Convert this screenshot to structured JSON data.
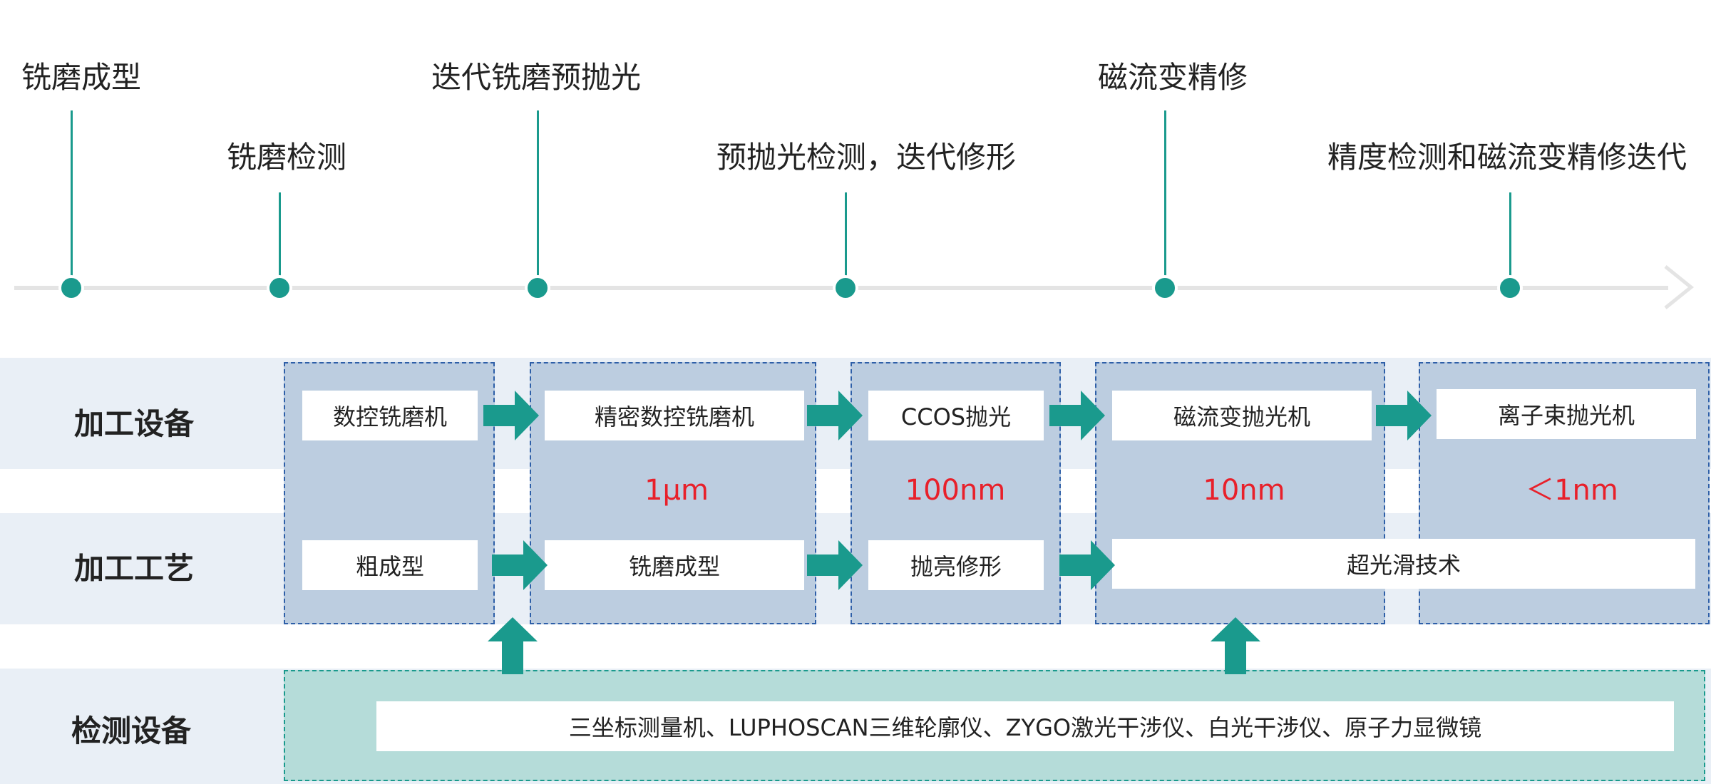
{
  "timeline": {
    "milestones": [
      {
        "label": "铣磨成型"
      },
      {
        "label": "铣磨检测"
      },
      {
        "label": "迭代铣磨预抛光"
      },
      {
        "label": "预抛光检测，迭代修形"
      },
      {
        "label": "磁流变精修"
      },
      {
        "label": "精度检测和磁流变精修迭代"
      }
    ]
  },
  "rows": {
    "equipment_label": "加工设备",
    "process_label": "加工工艺",
    "inspection_label": "检测设备"
  },
  "stages": [
    {
      "equipment": "数控铣磨机",
      "process": "粗成型",
      "precision": ""
    },
    {
      "equipment": "精密数控铣磨机",
      "process": "铣磨成型",
      "precision": "1μm"
    },
    {
      "equipment": "CCOS抛光",
      "process": "抛亮修形",
      "precision": "100nm"
    },
    {
      "equipment": "磁流变抛光机",
      "process": "超光滑技术",
      "precision": "10nm"
    },
    {
      "equipment": "离子束抛光机",
      "process": "",
      "precision": "＜1nm"
    }
  ],
  "inspection": {
    "text": "三坐标测量机、LUPHOSCAN三维轮廓仪、ZYGO激光干涉仪、白光干涉仪、原子力显微镜"
  },
  "colors": {
    "accent": "#1a9a8d",
    "stage_fill": "#bccde0",
    "stage_border": "#2e5fa8",
    "band_fill": "#e9eff6",
    "inspection_fill": "#b5dcd9",
    "precision_text": "#e8202a"
  }
}
